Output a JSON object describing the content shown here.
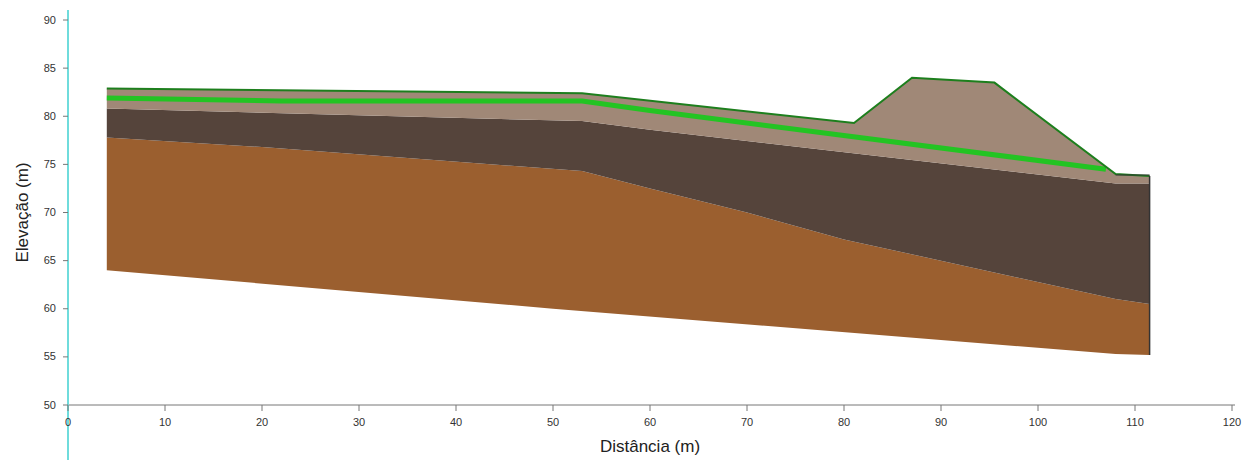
{
  "diagram": {
    "labels": [
      "Elevação (m)",
      "Distância (m)",
      "90",
      "85",
      "80",
      "75",
      "70",
      "65",
      "60",
      "55",
      "50",
      "0",
      "10",
      "20",
      "30",
      "40",
      "50",
      "60",
      "70",
      "80",
      "90",
      "100",
      "110",
      "120"
    ]
  }
}
